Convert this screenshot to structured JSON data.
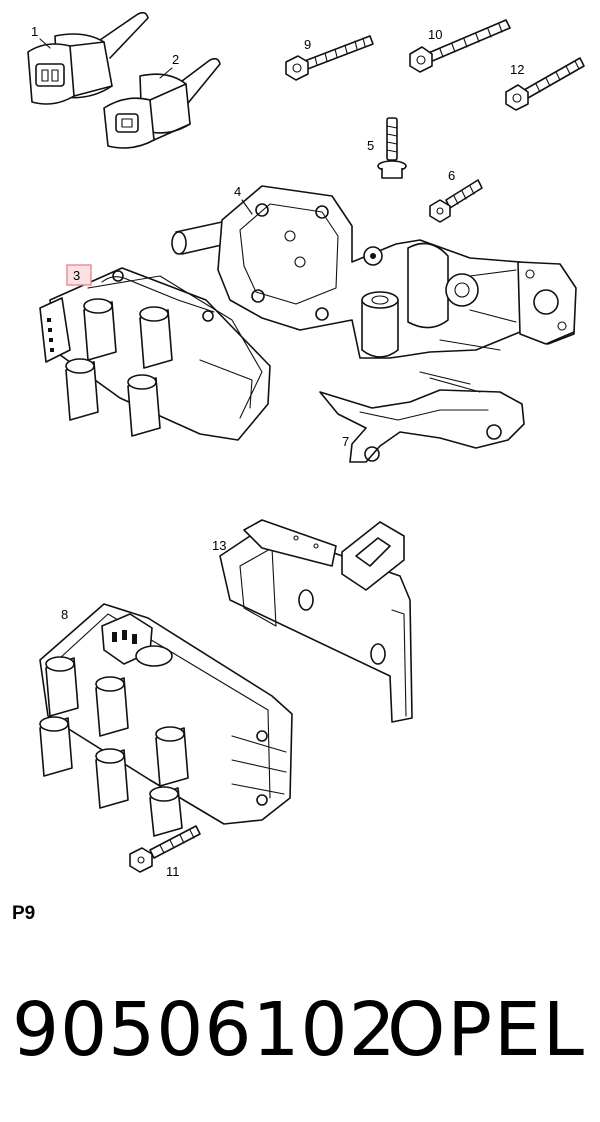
{
  "diagram": {
    "callouts": [
      "1",
      "2",
      "3",
      "4",
      "5",
      "6",
      "7",
      "8",
      "9",
      "10",
      "11",
      "12",
      "13"
    ],
    "highlight_color": "#e88a8a"
  },
  "sheet_code": "P9",
  "footer": {
    "part_number": "90506102",
    "brand": "OPEL"
  }
}
